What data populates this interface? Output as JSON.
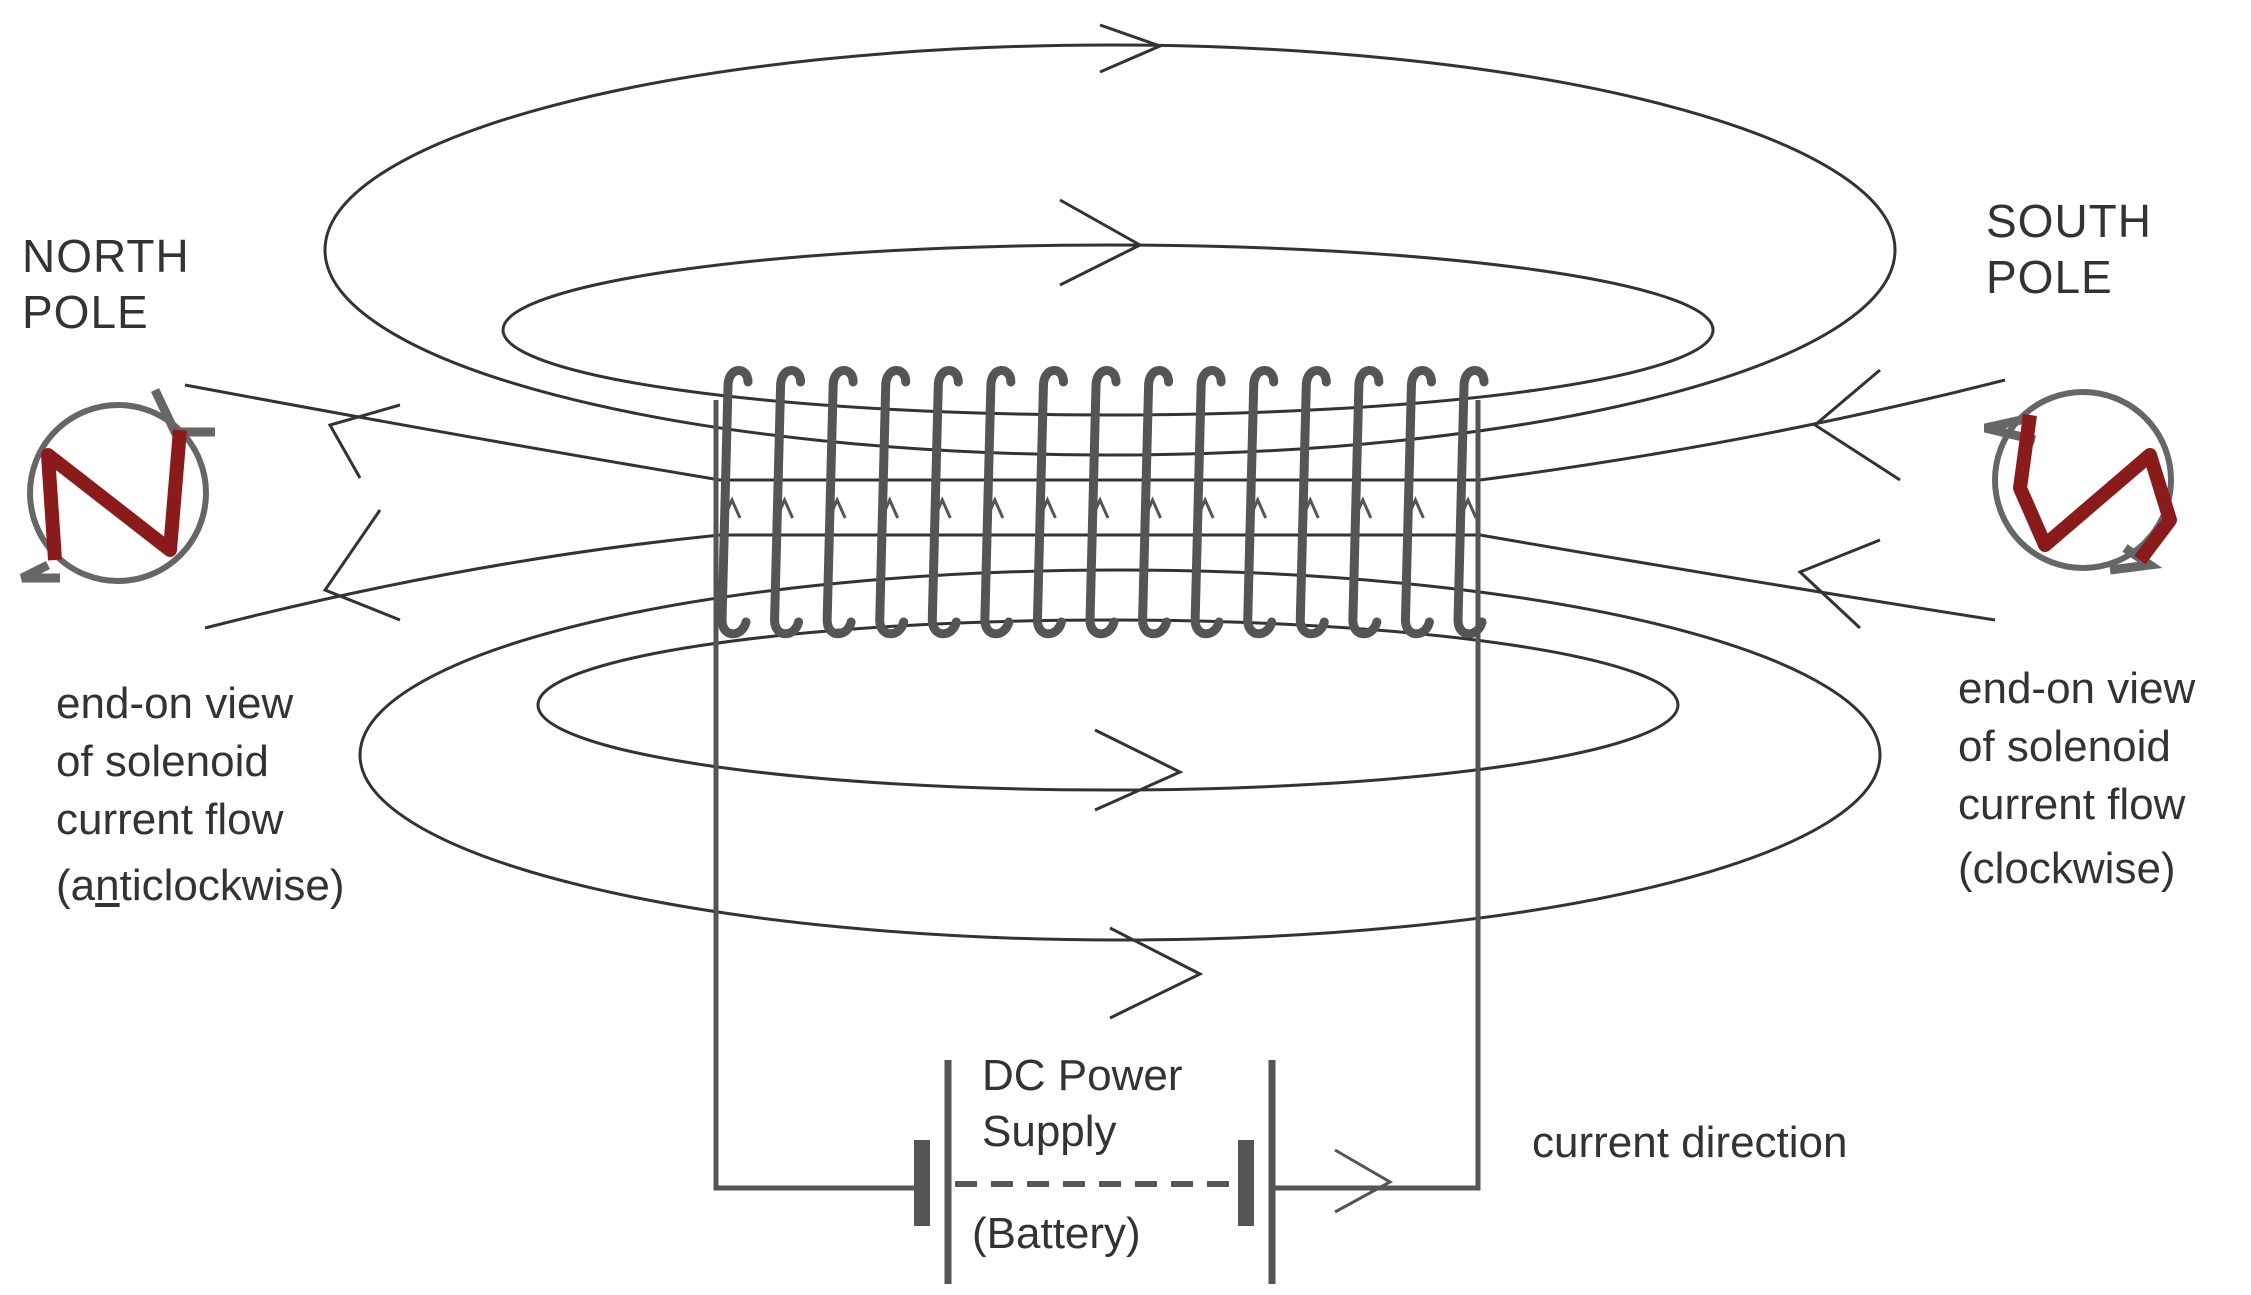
{
  "labels": {
    "north_pole_line1": "NORTH",
    "north_pole_line2": "POLE",
    "south_pole_line1": "SOUTH",
    "south_pole_line2": "POLE",
    "left_desc_line1": "end-on view",
    "left_desc_line2": "of solenoid",
    "left_desc_line3": "current flow",
    "left_desc_line4_open": "(a",
    "left_desc_line4_underlined": "n",
    "left_desc_line4_close": "ticlockwise)",
    "right_desc_line1": "end-on view",
    "right_desc_line2": "of solenoid",
    "right_desc_line3": "current flow",
    "right_desc_line4": "(clockwise)",
    "power_line1": "DC Power",
    "power_line2": "Supply",
    "battery": "(Battery)",
    "current_direction": "current direction"
  },
  "letters": {
    "north_symbol": "N",
    "south_symbol": "S"
  },
  "colors": {
    "line": "#333333",
    "coil": "#555555",
    "pole_letter": "#8b1a1a",
    "background": "#ffffff"
  },
  "coil": {
    "turns": 15
  }
}
